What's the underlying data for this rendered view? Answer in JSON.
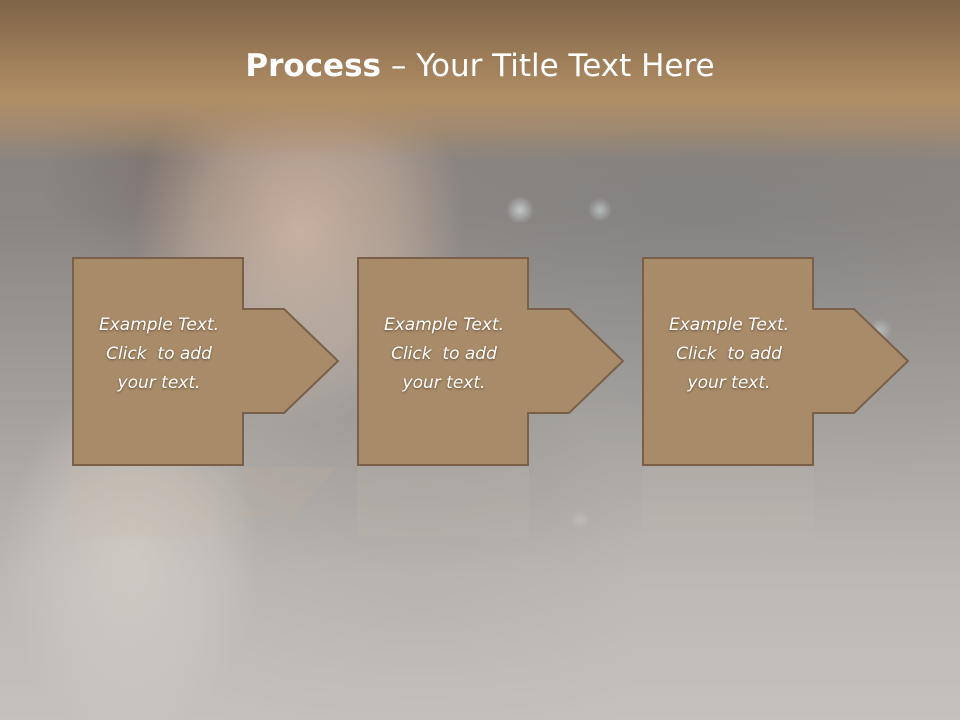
{
  "title": {
    "strong": "Process",
    "rest": " – Your Title Text Here"
  },
  "steps": [
    {
      "line1": "Example Text.",
      "line2": "Click  to add",
      "line3": "your text."
    },
    {
      "line1": "Example Text.",
      "line2": "Click  to add",
      "line3": "your text."
    },
    {
      "line1": "Example Text.",
      "line2": "Click  to add",
      "line3": "your text."
    }
  ],
  "colors": {
    "box_fill": "#a88b69",
    "box_stroke": "#7a6048",
    "title_band": "#9c7c58",
    "text": "#ffffff"
  }
}
